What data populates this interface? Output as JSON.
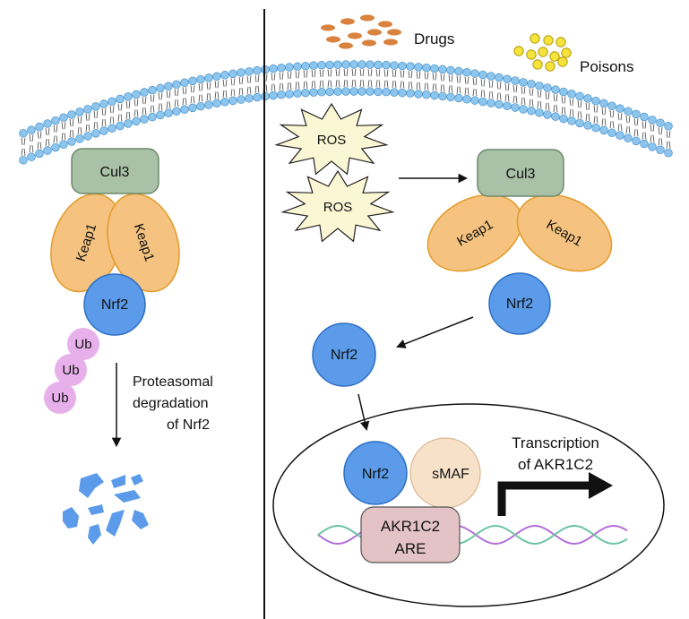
{
  "colors": {
    "membrane_head": "#8cc6ef",
    "membrane_head_stroke": "#4a90c8",
    "cul3_fill": "#a9c1a6",
    "cul3_stroke": "#6f8a6b",
    "keap1_fill": "#f5c37f",
    "keap1_stroke": "#e39a2a",
    "nrf2_fill": "#5b9bea",
    "nrf2_stroke": "#2e6fc2",
    "ub_fill": "#e8b0ea",
    "ros_fill": "#fbf7d4",
    "drug_fill": "#d9823f",
    "poison_fill": "#f4e33a",
    "poison_stroke": "#b69b10",
    "smaf_fill": "#f7e2c9",
    "are_fill": "#e4c3c6",
    "dna_a": "#b26fd6",
    "dna_b": "#6cc3a3",
    "fragment_fill": "#5b9bea"
  },
  "labels": {
    "drugs": "Drugs",
    "poisons": "Poisons",
    "ros_1": "ROS",
    "ros_2": "ROS",
    "cul3_left": "Cul3",
    "cul3_right": "Cul3",
    "keap1_left_a": "Keap1",
    "keap1_left_b": "Keap1",
    "keap1_right_a": "Keap1",
    "keap1_right_b": "Keap1",
    "nrf2_left": "Nrf2",
    "nrf2_right_released": "Nrf2",
    "nrf2_cytoplasm": "Nrf2",
    "nrf2_nucleus": "Nrf2",
    "ub_1": "Ub",
    "ub_2": "Ub",
    "ub_3": "Ub",
    "proteasomal_line1": "Proteasomal",
    "proteasomal_line2": "degradation",
    "proteasomal_line3": "of Nrf2",
    "smaf": "sMAF",
    "are_line1": "AKR1C2",
    "are_line2": "ARE",
    "transcription_line1": "Transcription",
    "transcription_line2": "of AKR1C2"
  }
}
